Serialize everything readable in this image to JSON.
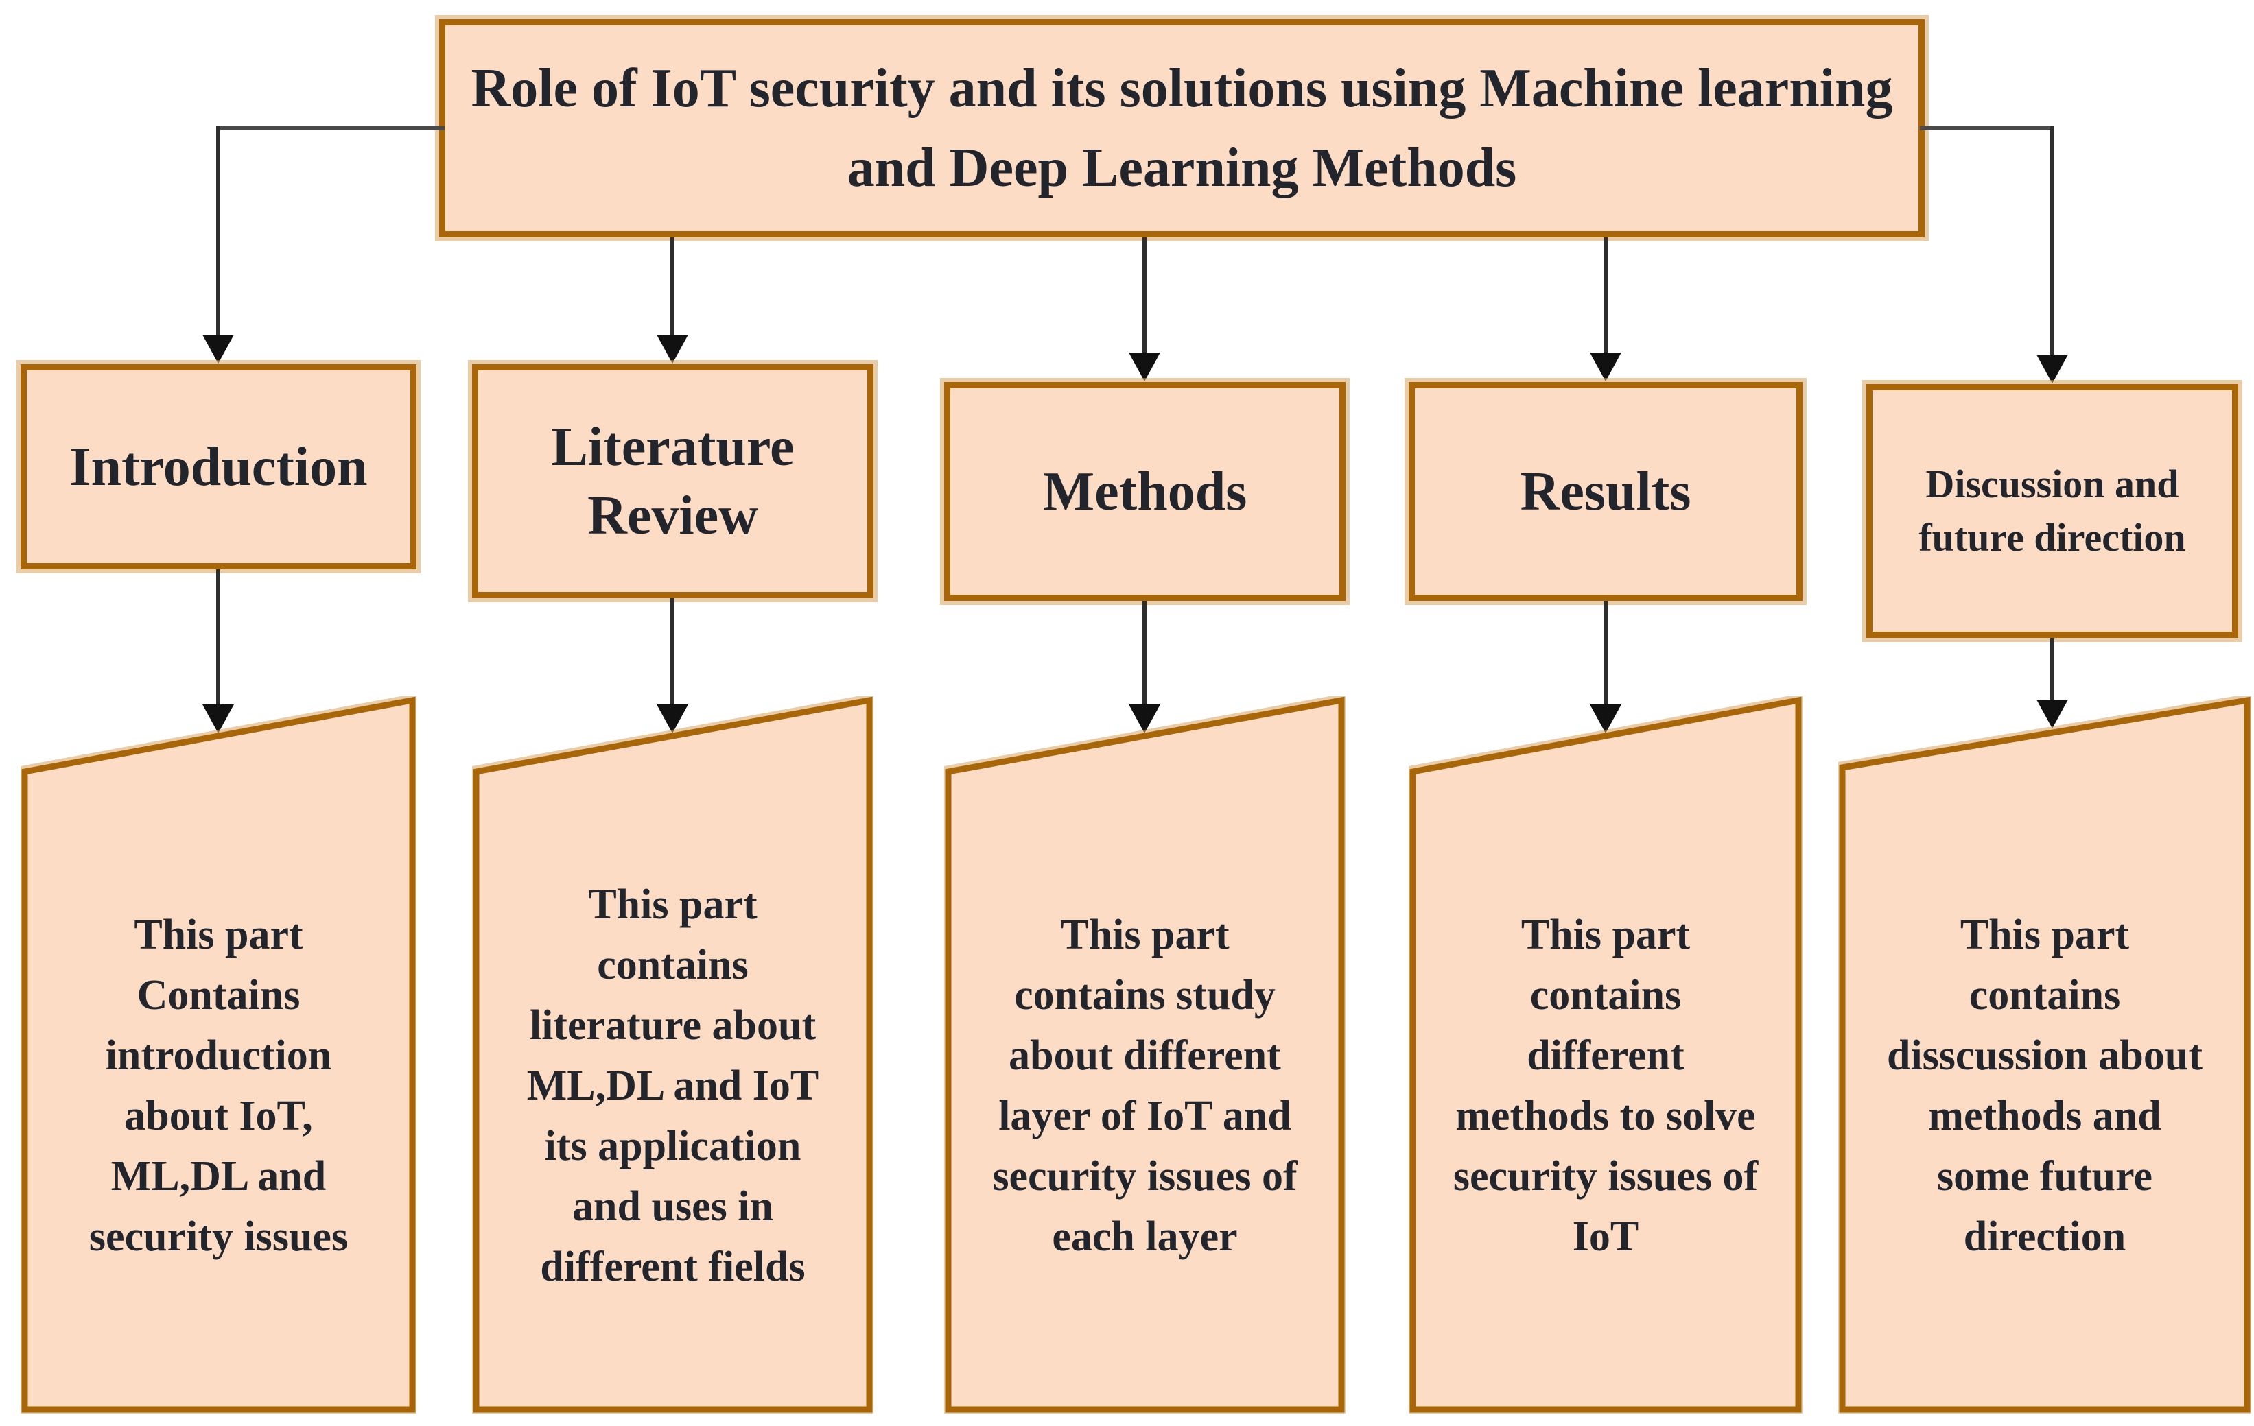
{
  "root": {
    "title": "Role of IoT security and its solutions using Machine learning and Deep Learning Methods"
  },
  "branches": [
    {
      "id": "introduction",
      "label": "Introduction",
      "description": "This part Contains introduction about IoT, ML,DL and security issues"
    },
    {
      "id": "literature-review",
      "label": "Literature Review",
      "description": "This part contains literature about ML,DL and IoT its application and uses in different fields"
    },
    {
      "id": "methods",
      "label": "Methods",
      "description": "This part contains study about different layer of IoT and security issues of each layer"
    },
    {
      "id": "results",
      "label": "Results",
      "description": "This part contains different methods to solve security issues of IoT"
    },
    {
      "id": "discussion",
      "label": "Discussion and future direction",
      "description": "This part contains disscussion about methods and some future direction"
    }
  ],
  "colors": {
    "box_fill": "#fcdcc5",
    "box_border": "#a96608",
    "box_halo": "#d5a460",
    "text": "#23252d",
    "connector": "#2e2e2e",
    "arrowhead": "#111111",
    "background": "#ffffff"
  }
}
